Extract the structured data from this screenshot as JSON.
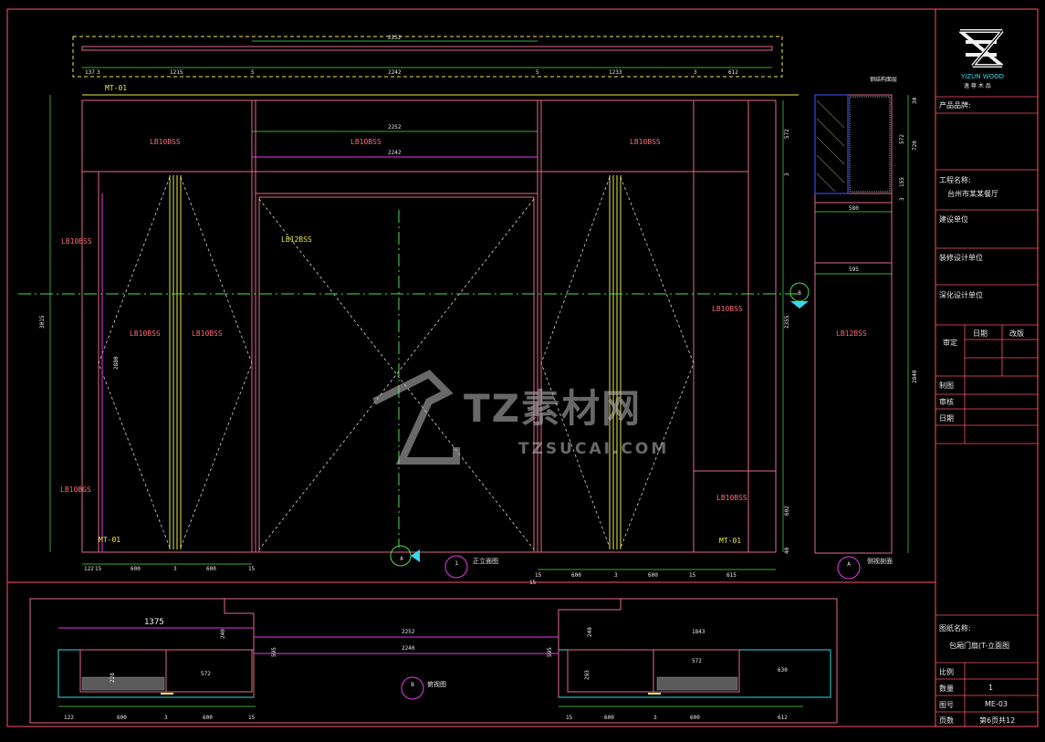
{
  "colors": {
    "background": "#000000",
    "frame": "#ff4f6a",
    "outline": "#e06a8a",
    "dim": "#4ce04c",
    "yellow": "#e8e84a",
    "cyan": "#38d8e8",
    "magenta": "#e83ae8",
    "white": "#f0f0f0",
    "blue": "#3a46e8",
    "label_red": "#ff6a7a"
  },
  "logo": {
    "name": "YIZUN WOOD",
    "sub": "逸 尊 木 品"
  },
  "title_block": {
    "product_line": "产品品牌:",
    "project_name_label": "工程名称:",
    "project_name_value": "台州市某某餐厅",
    "construction_unit": "建设单位",
    "designer": "装修设计单位",
    "deep_design": "深化设计单位",
    "review": "审定",
    "date_head": "日期",
    "revise_head": "改版",
    "drawn": "制图",
    "checked": "审核",
    "date": "日期",
    "drawing_name_label": "图纸名称:",
    "drawing_name_value": "包厢门扇(T-立面图",
    "scale_label": "比例",
    "qty_label": "数量",
    "qty_value": "1",
    "dwg_no_label": "图号",
    "dwg_no_value": "ME-03",
    "page_label": "页数",
    "page_value": "第6页共12"
  },
  "watermark": {
    "brand": "TZ素材网",
    "url": "TZSUCAI.COM"
  },
  "elevation": {
    "top_dims": [
      "137",
      "3",
      "1215",
      "5",
      "2242",
      "5",
      "1233",
      "3",
      "612"
    ],
    "top_total": "2252",
    "inner_dims": [
      "2252",
      "2242"
    ],
    "labels": {
      "mt_top": "MT-01",
      "lb_head_left": "LB10BSS",
      "lb_head_mid": "LB10BSS",
      "lb_head_right": "LB10BSS",
      "lb_side_left": "LB10BSS",
      "lb_door_center": "LB12BSS",
      "lb_leaf_left_1": "LB10BSS",
      "lb_leaf_left_2": "LB10BSS",
      "lb_right_upper": "LB10BSS",
      "lb_base_left": "LB10BGS",
      "lb_base_right": "LB10BSS",
      "mt_bottom_left": "MT-01",
      "mt_bottom_right": "MT-01",
      "lb_section": "LB12BSS"
    },
    "left_height": "3015",
    "door_height": "2880",
    "right_heights": [
      "572",
      "3",
      "2355",
      "602",
      "40"
    ],
    "bottom_dims_left": [
      "122",
      "15",
      "600",
      "3",
      "600",
      "15"
    ],
    "bottom_dims_right": [
      "15",
      "600",
      "3",
      "600",
      "15",
      "615"
    ],
    "caption": "正立面图",
    "caption_num": "1",
    "marker_A": "A",
    "marker_B": "B"
  },
  "section": {
    "top_label": "钢结构面层",
    "dims_v": [
      "30",
      "572",
      "720",
      "155",
      "3",
      "2840"
    ],
    "dims_h": [
      "580",
      "595"
    ],
    "marker": "A",
    "caption": "侧视剖面"
  },
  "plan": {
    "dims_top": [
      "1375",
      "240",
      "2252",
      "2240",
      "595",
      "595",
      "1843",
      "240"
    ],
    "dims_inner": [
      "572",
      "572",
      "630",
      "228",
      "293"
    ],
    "bottom_left": [
      "122",
      "600",
      "3",
      "600",
      "15"
    ],
    "bottom_right": [
      "15",
      "600",
      "3",
      "600",
      "612"
    ],
    "caption": "俯视图",
    "marker": "B"
  }
}
